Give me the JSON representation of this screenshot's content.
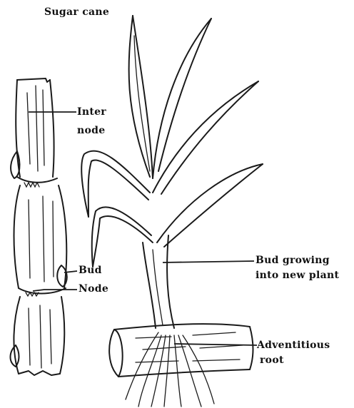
{
  "title": "Sugar cane",
  "labels": {
    "internode_line1": "Inter",
    "internode_line2": "node",
    "bud": "Bud",
    "node": "Node",
    "new_plant_line1": "Bud growing",
    "new_plant_line2": "into new plant",
    "root_line1": "Adventitious",
    "root_line2": "root"
  }
}
